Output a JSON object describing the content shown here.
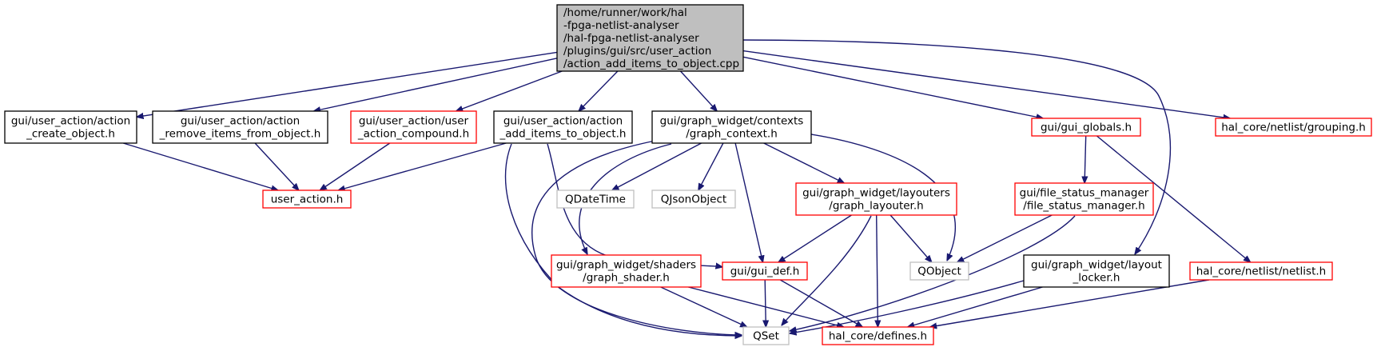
{
  "colors": {
    "edge": "#191970",
    "source_fill": "#bfbfbf",
    "source_border": "#000000",
    "documented_border": "#000000",
    "undocumented_border": "#ff0000",
    "external_border": "#bfbfbf"
  },
  "nodes": [
    {
      "id": "src",
      "kind": "source",
      "lines": [
        "/home/runner/work/hal",
        "-fpga-netlist-analyser",
        "/hal-fpga-netlist-analyser",
        "/plugins/gui/src/user_action",
        "/action_add_items_to_object.cpp"
      ]
    },
    {
      "id": "create_object",
      "kind": "documented",
      "lines": [
        "gui/user_action/action",
        "_create_object.h"
      ]
    },
    {
      "id": "remove_items",
      "kind": "documented",
      "lines": [
        "gui/user_action/action",
        "_remove_items_from_object.h"
      ]
    },
    {
      "id": "user_action_compound",
      "kind": "undocumented",
      "lines": [
        "gui/user_action/user",
        "_action_compound.h"
      ]
    },
    {
      "id": "add_items",
      "kind": "documented",
      "lines": [
        "gui/user_action/action",
        "_add_items_to_object.h"
      ]
    },
    {
      "id": "graph_context",
      "kind": "documented",
      "lines": [
        "gui/graph_widget/contexts",
        "/graph_context.h"
      ]
    },
    {
      "id": "gui_globals",
      "kind": "undocumented",
      "lines": [
        "gui/gui_globals.h"
      ]
    },
    {
      "id": "grouping",
      "kind": "undocumented",
      "lines": [
        "hal_core/netlist/grouping.h"
      ]
    },
    {
      "id": "user_action",
      "kind": "undocumented",
      "lines": [
        "user_action.h"
      ]
    },
    {
      "id": "qdatetime",
      "kind": "external",
      "lines": [
        "QDateTime"
      ]
    },
    {
      "id": "qjsonobject",
      "kind": "external",
      "lines": [
        "QJsonObject"
      ]
    },
    {
      "id": "graph_layouter",
      "kind": "undocumented",
      "lines": [
        "gui/graph_widget/layouters",
        "/graph_layouter.h"
      ]
    },
    {
      "id": "file_status_manager",
      "kind": "undocumented",
      "lines": [
        "gui/file_status_manager",
        "/file_status_manager.h"
      ]
    },
    {
      "id": "graph_shader",
      "kind": "undocumented",
      "lines": [
        "gui/graph_widget/shaders",
        "/graph_shader.h"
      ]
    },
    {
      "id": "gui_def",
      "kind": "undocumented",
      "lines": [
        "gui/gui_def.h"
      ]
    },
    {
      "id": "qobject",
      "kind": "external",
      "lines": [
        "QObject"
      ]
    },
    {
      "id": "layout_locker",
      "kind": "documented",
      "lines": [
        "gui/graph_widget/layout",
        "_locker.h"
      ]
    },
    {
      "id": "netlist",
      "kind": "undocumented",
      "lines": [
        "hal_core/netlist/netlist.h"
      ]
    },
    {
      "id": "qset",
      "kind": "external",
      "lines": [
        "QSet"
      ]
    },
    {
      "id": "defines",
      "kind": "undocumented",
      "lines": [
        "hal_core/defines.h"
      ]
    }
  ],
  "edges": [
    [
      "src",
      "create_object"
    ],
    [
      "src",
      "remove_items"
    ],
    [
      "src",
      "user_action_compound"
    ],
    [
      "src",
      "add_items"
    ],
    [
      "src",
      "graph_context"
    ],
    [
      "src",
      "gui_globals"
    ],
    [
      "src",
      "layout_locker"
    ],
    [
      "src",
      "grouping"
    ],
    [
      "create_object",
      "user_action"
    ],
    [
      "remove_items",
      "user_action"
    ],
    [
      "user_action_compound",
      "user_action"
    ],
    [
      "add_items",
      "user_action"
    ],
    [
      "add_items",
      "qset"
    ],
    [
      "add_items",
      "gui_def"
    ],
    [
      "graph_context",
      "qdatetime"
    ],
    [
      "graph_context",
      "qjsonobject"
    ],
    [
      "graph_context",
      "graph_layouter"
    ],
    [
      "graph_context",
      "graph_shader"
    ],
    [
      "graph_context",
      "gui_def"
    ],
    [
      "graph_context",
      "qobject"
    ],
    [
      "graph_context",
      "qset"
    ],
    [
      "gui_globals",
      "file_status_manager"
    ],
    [
      "gui_globals",
      "netlist"
    ],
    [
      "graph_layouter",
      "gui_def"
    ],
    [
      "graph_layouter",
      "qobject"
    ],
    [
      "graph_layouter",
      "qset"
    ],
    [
      "graph_layouter",
      "defines"
    ],
    [
      "file_status_manager",
      "qobject"
    ],
    [
      "file_status_manager",
      "qset"
    ],
    [
      "graph_shader",
      "qset"
    ],
    [
      "graph_shader",
      "defines"
    ],
    [
      "gui_def",
      "qset"
    ],
    [
      "gui_def",
      "defines"
    ],
    [
      "layout_locker",
      "qset"
    ],
    [
      "layout_locker",
      "defines"
    ],
    [
      "netlist",
      "defines"
    ]
  ]
}
